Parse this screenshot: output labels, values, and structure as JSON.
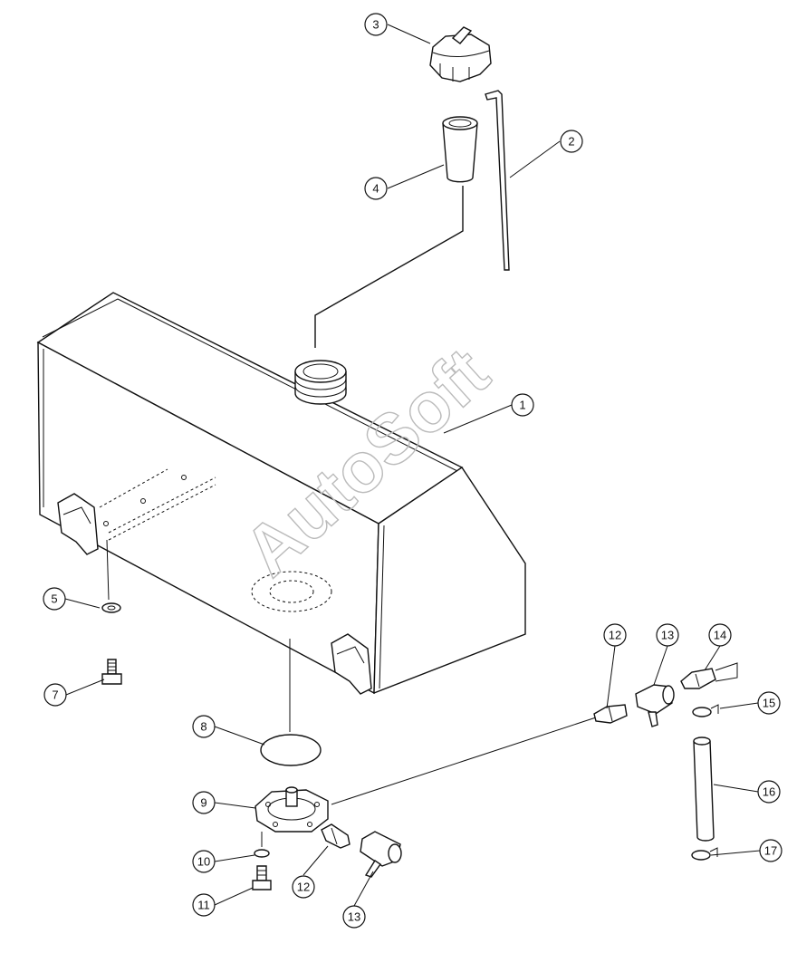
{
  "watermark": "AutoSoft",
  "callouts": [
    {
      "id": "c3",
      "label": "3"
    },
    {
      "id": "c2",
      "label": "2"
    },
    {
      "id": "c4",
      "label": "4"
    },
    {
      "id": "c1",
      "label": "1"
    },
    {
      "id": "c5",
      "label": "5"
    },
    {
      "id": "c7",
      "label": "7"
    },
    {
      "id": "c8",
      "label": "8"
    },
    {
      "id": "c9",
      "label": "9"
    },
    {
      "id": "c10",
      "label": "10"
    },
    {
      "id": "c11",
      "label": "11"
    },
    {
      "id": "c12a",
      "label": "12"
    },
    {
      "id": "c13a",
      "label": "13"
    },
    {
      "id": "c14",
      "label": "14"
    },
    {
      "id": "c15",
      "label": "15"
    },
    {
      "id": "c16",
      "label": "16"
    },
    {
      "id": "c17",
      "label": "17"
    },
    {
      "id": "c12b",
      "label": "12"
    },
    {
      "id": "c13b",
      "label": "13"
    }
  ]
}
